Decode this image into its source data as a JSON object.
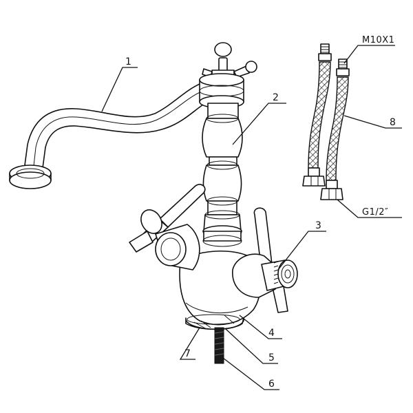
{
  "callouts": {
    "c1": "1",
    "c2": "2",
    "c3": "3",
    "c4": "4",
    "c5": "5",
    "c6": "6",
    "c7": "7",
    "c8": "8"
  },
  "labels": {
    "thread_top": "M10X1",
    "thread_bottom": "G1/2″"
  }
}
